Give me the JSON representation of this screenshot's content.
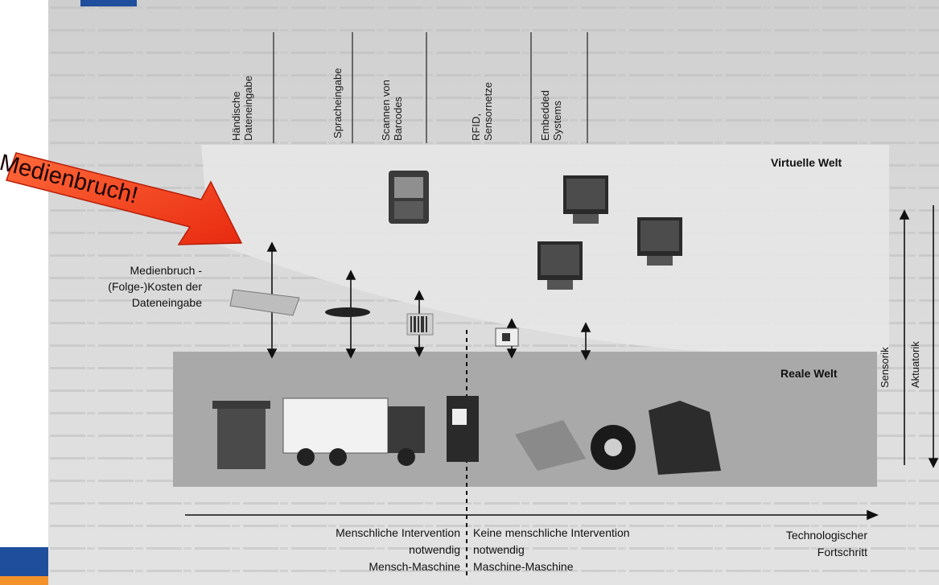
{
  "callout": {
    "text": "Medienbruch!"
  },
  "columns": [
    {
      "label": "Händische\nDateneingabe"
    },
    {
      "label": "Spracheingabe"
    },
    {
      "label": "Scannen von\nBarcodes"
    },
    {
      "label": "RFID,\nSensornetze"
    },
    {
      "label": "Embedded\nSystems"
    }
  ],
  "labels": {
    "virtual_world": "Virtuelle Welt",
    "real_world": "Reale Welt",
    "medienbruch_line1": "Medienbruch -",
    "medienbruch_line2": "(Folge-)Kosten der",
    "medienbruch_line3": "Dateneingabe",
    "sensorik": "Sensorik",
    "aktuatorik": "Aktuatorik"
  },
  "footer": {
    "left_line1": "Menschliche Intervention",
    "left_line2": "notwendig",
    "left_line3": "Mensch-Maschine",
    "right_line1": "Keine menschliche Intervention",
    "right_line2": "notwendig",
    "right_line3": "Maschine-Maschine",
    "tech_line1": "Technologischer",
    "tech_line2": "Fortschritt"
  },
  "colors": {
    "callout_fill": "#ff3a1f",
    "callout_text": "#1a0000",
    "real_world_band": "#a9a9a9",
    "virtual_world_band": "#e6e6e6",
    "slide_accent": "#1f4e9c",
    "slide_accent_orange": "#f3922b"
  }
}
